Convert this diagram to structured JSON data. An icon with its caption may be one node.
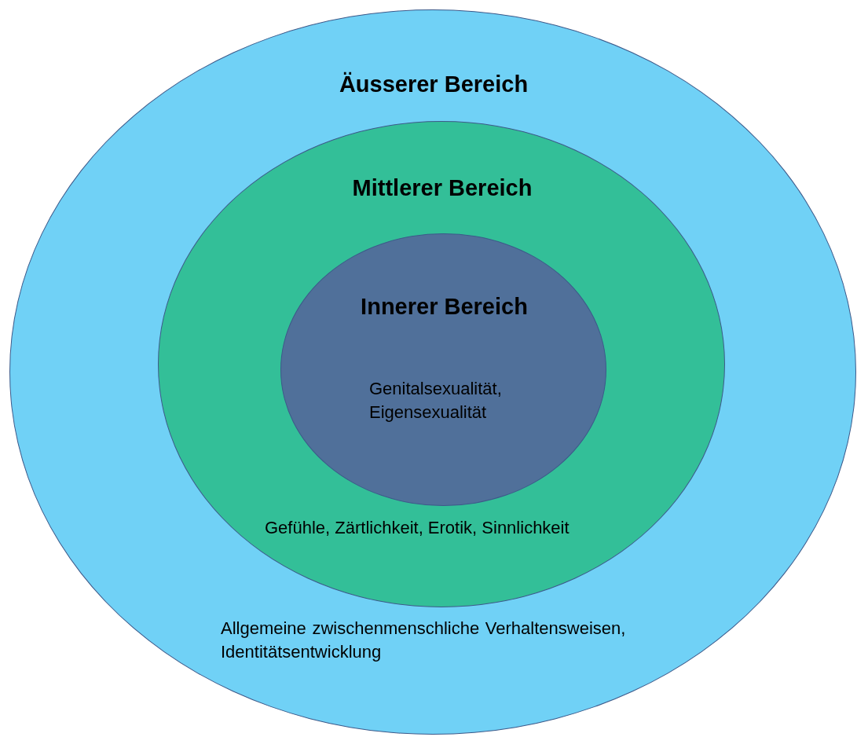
{
  "diagram": {
    "nodes": [
      {
        "text": [
          "Äusserer Bereich",
          "Allgemeine zwischenmenschliche Verhaltensweisen, Identitätsentwicklung"
        ]
      },
      {
        "text": [
          "Mittlerer Bereich",
          "Gefühle, Zärtlichkeit, Erotik, Sinnlichkeit"
        ],
        "in": 0
      },
      {
        "text": [
          "Innerer Bereich",
          "Genitalsexualität, Eigensexualität"
        ],
        "in": 1
      }
    ],
    "edges": []
  }
}
